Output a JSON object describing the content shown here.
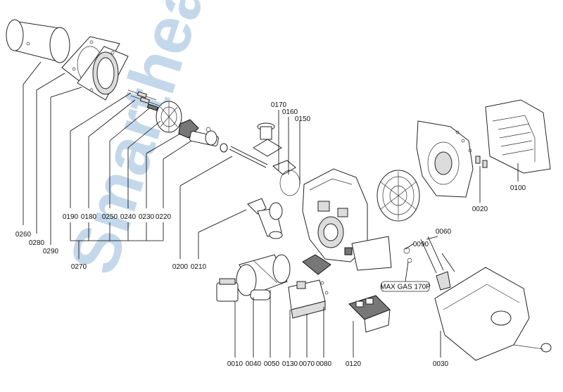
{
  "watermark": "Smartheat",
  "callout": "MAX GAS 170P",
  "labels": {
    "0010": "0010",
    "0020": "0020",
    "0030": "0030",
    "0040": "0040",
    "0050": "0050",
    "0060": "0060",
    "0070": "0070",
    "0080": "0080",
    "0090": "0090",
    "0100": "0100",
    "0120": "0120",
    "0130": "0130",
    "0150": "0150",
    "0160": "0160",
    "0170": "0170",
    "0180": "0180",
    "0190": "0190",
    "0200": "0200",
    "0210": "0210",
    "0220": "0220",
    "0230": "0230",
    "0240": "0240",
    "0250": "0250",
    "0260": "0260",
    "0270": "0270",
    "0280": "0280",
    "0290": "0290"
  }
}
